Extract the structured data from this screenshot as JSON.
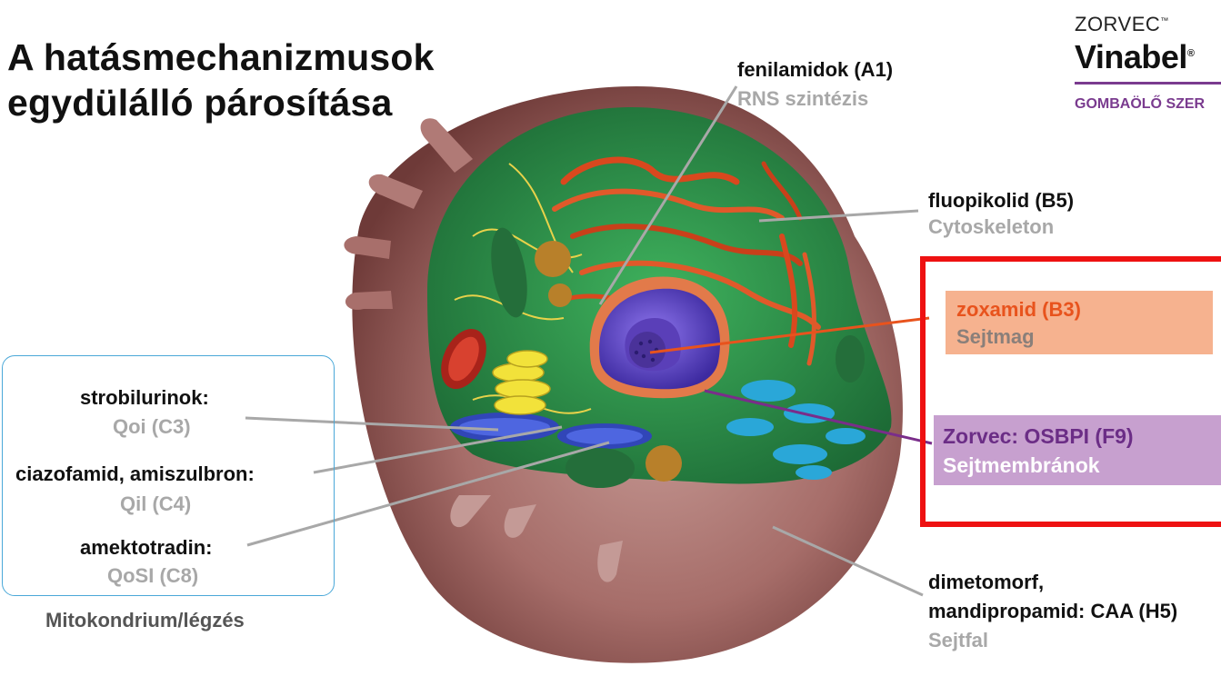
{
  "title": {
    "line1": "A hatásmechanizmusok",
    "line2": "egydülálló párosítása"
  },
  "logo": {
    "brand": "ZORVEC",
    "brand_mark": "™",
    "name": "Vinabel",
    "name_mark": "®",
    "tagline": "GOMBAÖLŐ SZER"
  },
  "labels": {
    "fenilamidok": {
      "name": "fenilamidok (A1)",
      "target": "RNS szintézis"
    },
    "fluopikolid": {
      "name": "fluopikolid (B5)",
      "target": "Cytoskeleton"
    },
    "zoxamid": {
      "name": "zoxamid (B3)",
      "target": "Sejtmag"
    },
    "zorvec": {
      "name": "Zorvec: OSBPI (F9)",
      "target": "Sejtmembránok"
    },
    "dimetomorf": {
      "line1": "dimetomorf,",
      "line2": "mandipropamid: CAA (H5)",
      "target": "Sejtfal"
    },
    "strobilurinok": {
      "name": "strobilurinok:",
      "target": "Qoi (C3)"
    },
    "ciazofamid": {
      "name": "ciazofamid, amiszulbron:",
      "target": "Qil (C4)"
    },
    "amektotradin": {
      "name": "amektotradin:",
      "target": "QoSI (C8)"
    },
    "mito_caption": "Mitokondrium/légzés"
  },
  "colors": {
    "zoxamid_text": "#e8531d",
    "zorvec_text": "#6b2d86",
    "zoxamid_box": "#f6b28f",
    "zorvec_box": "#c7a0cf",
    "frame": "#ee1111",
    "brand_purple": "#7a3b8f",
    "cytoplasm": "#2e9a4e",
    "nucleus": "#6a4fd4",
    "mito_box_border": "#4aa8d8"
  }
}
